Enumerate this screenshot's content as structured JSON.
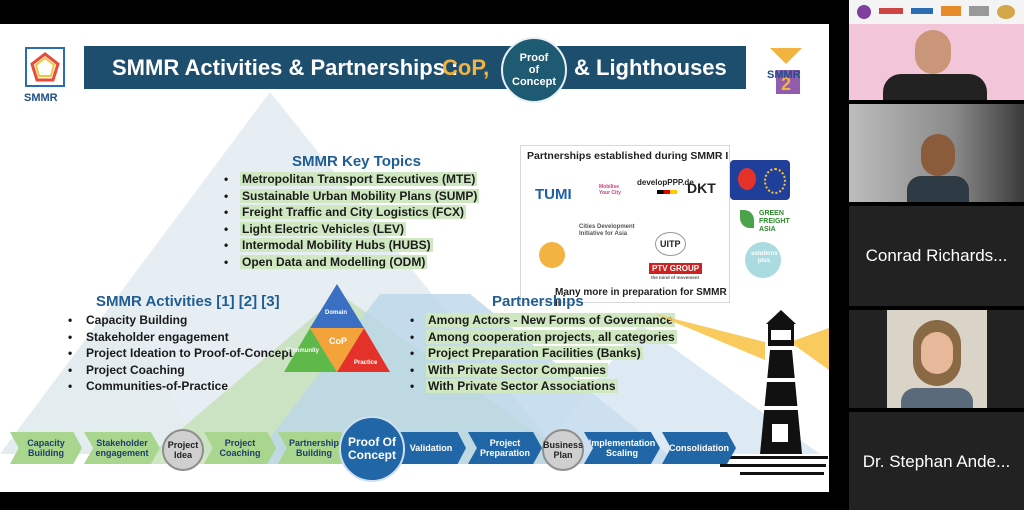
{
  "slide": {
    "logo_left": "SMMR",
    "logo_right": "SMMR",
    "title_part1": "SMMR Activities & Partnerships :",
    "title_part2": "CoP,",
    "title_part3": "& Lighthouses",
    "poc_circle": [
      "Proof",
      "of",
      "Concept"
    ],
    "key_topics_title": "SMMR Key Topics",
    "key_topics": [
      "Metropolitan Transport Executives (MTE)",
      "Sustainable Urban Mobility Plans (SUMP)",
      "Freight Traffic and City Logistics (FCX)",
      "Light Electric Vehicles (LEV)",
      "Intermodal Mobility Hubs (HUBS)",
      "Open Data and Modelling (ODM)"
    ],
    "activities_title": "SMMR Activities [1] [2] [3]",
    "activities": [
      "Capacity Building",
      "Stakeholder engagement",
      "Project Ideation to Proof-of-Concept",
      "Project Coaching",
      "Communities-of-Practice"
    ],
    "partnerships_title": "Partnerships",
    "partnerships": [
      "Among Actors - New Forms of Governance",
      "Among cooperation projects, all categories",
      "Project Preparation Facilities (Banks)",
      "With Private Sector Companies",
      "With Private Sector Associations"
    ],
    "cop_triangle": {
      "top": "Domain",
      "left": "Community",
      "center": "CoP",
      "right": "Practice"
    },
    "partner_box": {
      "header": "Partnerships established during SMMR I",
      "footer": "Many more in preparation for SMMR II",
      "logos": {
        "tumi": "TUMI",
        "mobilise": "Mobilise Your City",
        "develop": "developPPP.de",
        "dkt": "DKT",
        "uitp": "UITP",
        "ptv": "PTV GROUP",
        "ptv_sub": "the mind of movement",
        "cdia": "Cities Development Initiative for Asia",
        "gfa": "GREEN FREIGHT ASIA",
        "solutions": "solutions plus"
      }
    },
    "pipeline": {
      "capacity": "Capacity Building",
      "stakeholder": "Stakeholder engagement",
      "idea": "Project Idea",
      "coaching": "Project Coaching",
      "partnership": "Partnership Building",
      "poc": "Proof Of Concept",
      "validation": "Validation",
      "preparation": "Project Preparation",
      "business": "Business Plan",
      "implementation": "Implementation Scaling",
      "consolidation": "Consolidation"
    }
  },
  "participants": [
    {
      "name": ""
    },
    {
      "name": ""
    },
    {
      "name": "Conrad Richards..."
    },
    {
      "name": ""
    },
    {
      "name": "Dr. Stephan Ande..."
    }
  ],
  "colors": {
    "title_bar": "#1e4e6e",
    "accent_orange": "#f3b340",
    "heading_blue": "#1f5d92",
    "highlight_green": "#cfe8c2"
  }
}
